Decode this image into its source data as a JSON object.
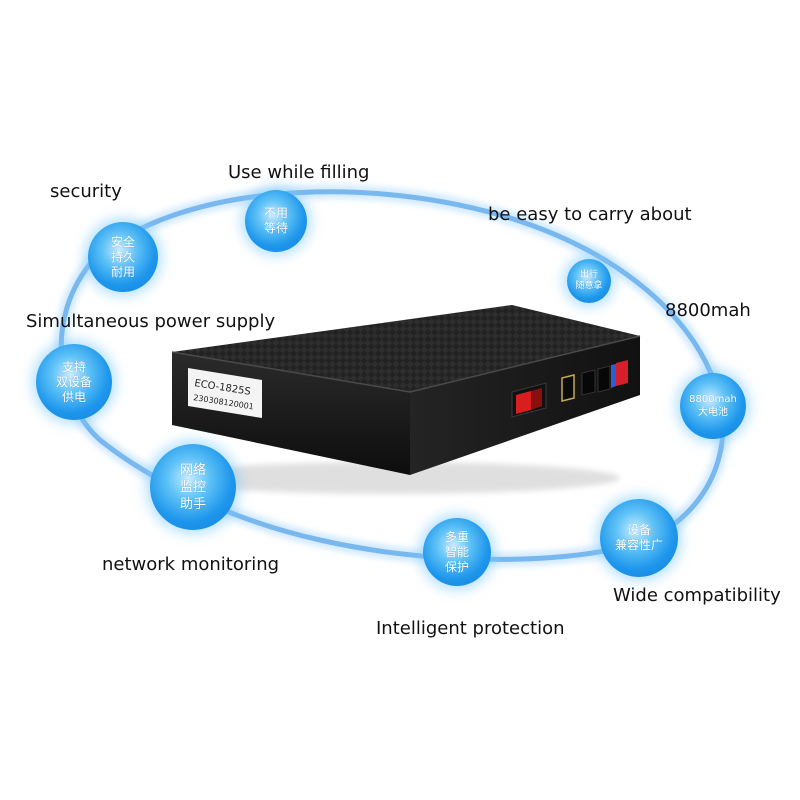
{
  "device": {
    "model_label": "ECO-1825S",
    "serial_label": "230308120001"
  },
  "features": [
    {
      "caption": "security",
      "badge": "安全\n持久\n耐用"
    },
    {
      "caption": "Use while filling",
      "badge": "不用\n等待"
    },
    {
      "caption": "be easy to carry about",
      "badge": "出行\n随意拿"
    },
    {
      "caption": "Simultaneous power supply",
      "badge": "支持\n双设备\n供电"
    },
    {
      "caption": "8800mah",
      "badge": "8800mah\n大电池"
    },
    {
      "caption": "network monitoring",
      "badge": "网络\n监控\n助手"
    },
    {
      "caption": "Wide compatibility",
      "badge": "设备\n兼容性广"
    },
    {
      "caption": "Intelligent protection",
      "badge": "多重\n智能\n保护"
    }
  ],
  "colors": {
    "ring": "#5aa7ea",
    "node": "#1d96ec",
    "device_body": "#1a1a1a",
    "switch": "#d81e1e"
  }
}
